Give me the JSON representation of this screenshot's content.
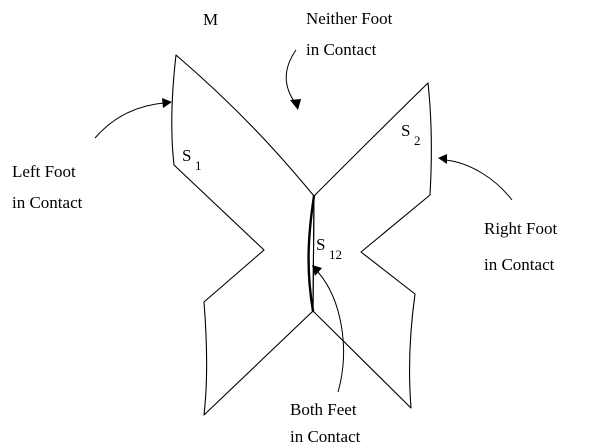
{
  "labels": {
    "manifold": "M",
    "neither_line1": "Neither Foot",
    "neither_line2": "in Contact",
    "left_line1": "Left Foot",
    "left_line2": "in Contact",
    "right_line1": "Right Foot",
    "right_line2": "in Contact",
    "both_line1": "Both Feet",
    "both_line2": "in Contact",
    "s1_base": "S",
    "s1_sub": "1",
    "s2_base": "S",
    "s2_sub": "2",
    "s12_base": "S",
    "s12_sub": "12"
  },
  "colors": {
    "stroke": "#000000",
    "background": "#ffffff"
  }
}
